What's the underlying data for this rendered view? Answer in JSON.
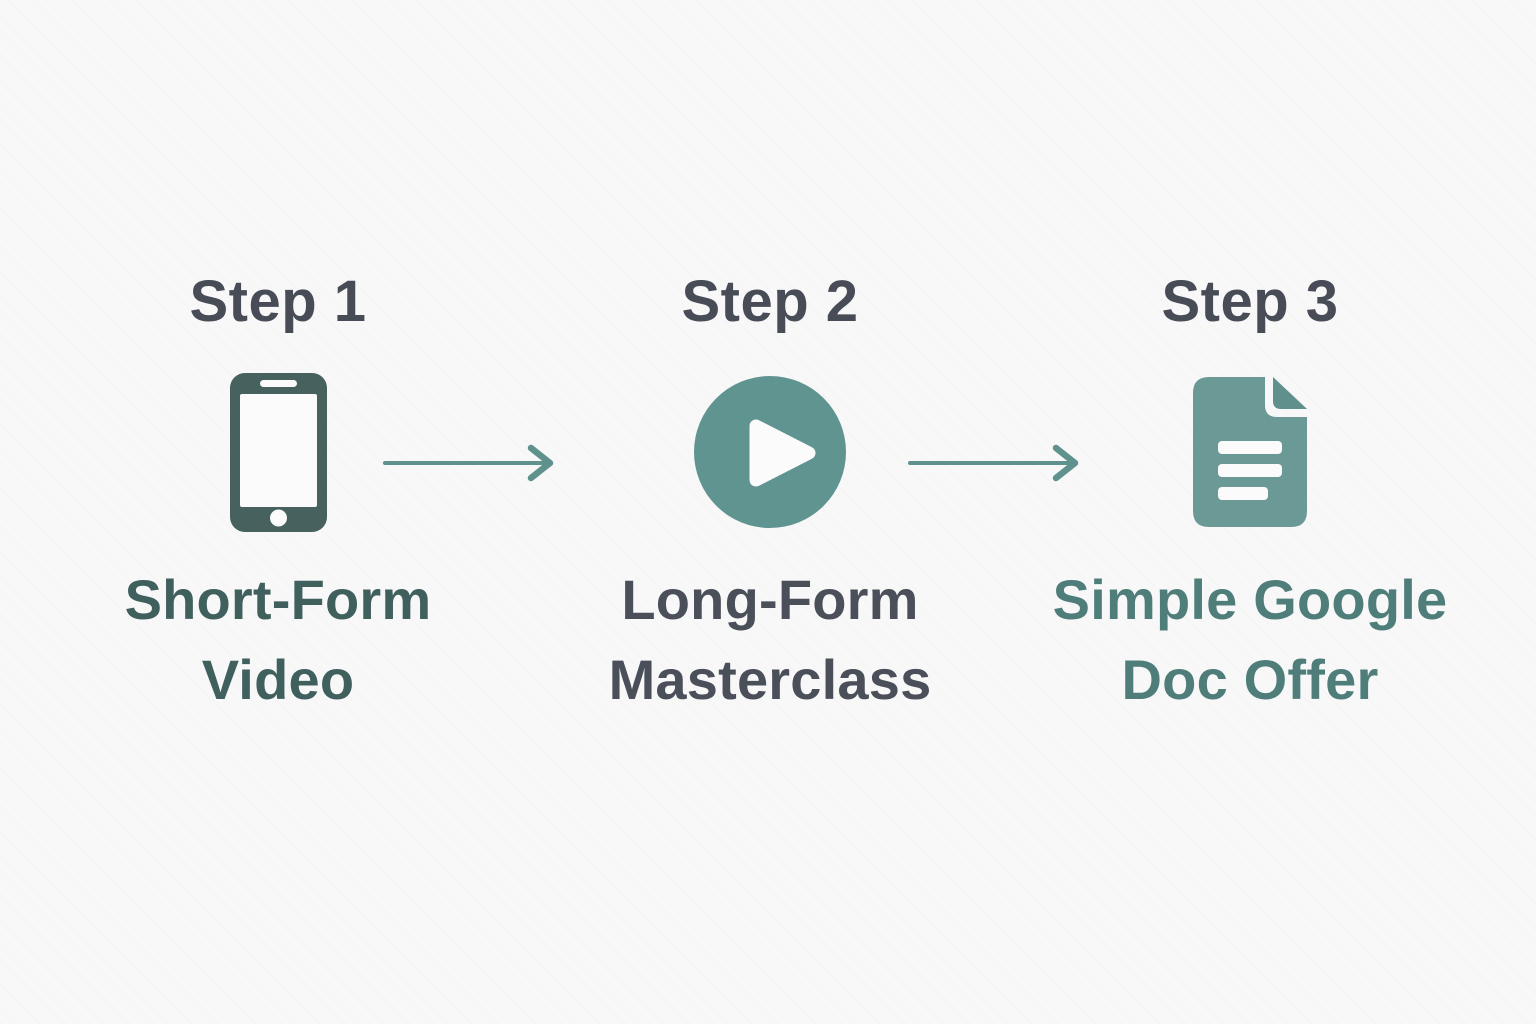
{
  "colors": {
    "bg": "#f8f8f9",
    "header_text": "#474c56",
    "phone": "#47615f",
    "play": "#5f9490",
    "doc": "#6b9a96",
    "doc_fold": "#60908c",
    "label_step1": "#40605d",
    "label_step2": "#4a4f59",
    "label_step3": "#4f7e7a",
    "arrow": "#5f918d",
    "icon_white": "#fbfbfc"
  },
  "steps": [
    {
      "title": "Step 1",
      "icon": "smartphone-icon",
      "label_lines": [
        "Short-Form",
        "Video"
      ]
    },
    {
      "title": "Step 2",
      "icon": "play-button-icon",
      "label_lines": [
        "Long-Form",
        "Masterclass"
      ]
    },
    {
      "title": "Step 3",
      "icon": "google-doc-icon",
      "label_lines": [
        "Simple Google",
        "Doc Offer"
      ]
    }
  ],
  "arrows": [
    {
      "name": "arrow-step1-to-step2"
    },
    {
      "name": "arrow-step2-to-step3"
    }
  ]
}
